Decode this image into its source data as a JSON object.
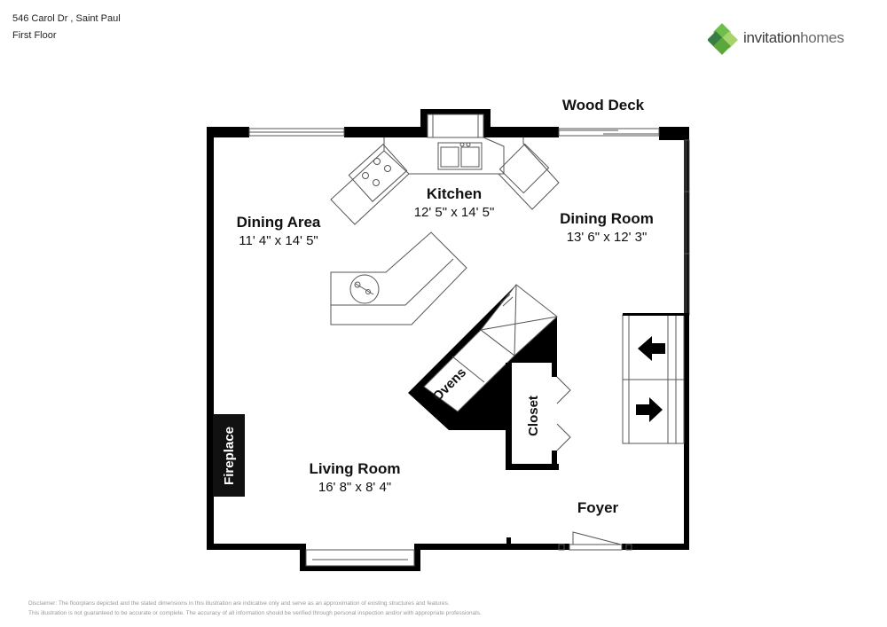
{
  "header": {
    "address": "546 Carol Dr , Saint Paul",
    "floor": "First Floor"
  },
  "brand": {
    "word1": "invitation",
    "word2": "homes",
    "icon": "house-diamond-logo-icon",
    "colors": [
      "#3a7d44",
      "#6cbf4a",
      "#a6d36a"
    ]
  },
  "rooms": {
    "wood_deck": {
      "name": "Wood Deck"
    },
    "kitchen": {
      "name": "Kitchen",
      "dims": "12' 5\" x 14' 5\""
    },
    "dining_area": {
      "name": "Dining Area",
      "dims": "11' 4\" x 14' 5\""
    },
    "dining_room": {
      "name": "Dining Room",
      "dims": "13' 6\" x 12' 3\""
    },
    "living_room": {
      "name": "Living Room",
      "dims": "16' 8\" x 8' 4\""
    },
    "foyer": {
      "name": "Foyer"
    },
    "ovens": {
      "name": "Ovens"
    },
    "closet": {
      "name": "Closet"
    },
    "fireplace": {
      "name": "Fireplace"
    }
  },
  "disclaimer": {
    "line1": "Disclaimer: The floorplans depicted and the stated dimensions in this illustration are indicative only and serve as an approximation of existing structures and features.",
    "line2": "This illustration is not guaranteed to be accurate or complete. The accuracy of all information should be verified through personal inspection and/or with appropriate professionals."
  }
}
